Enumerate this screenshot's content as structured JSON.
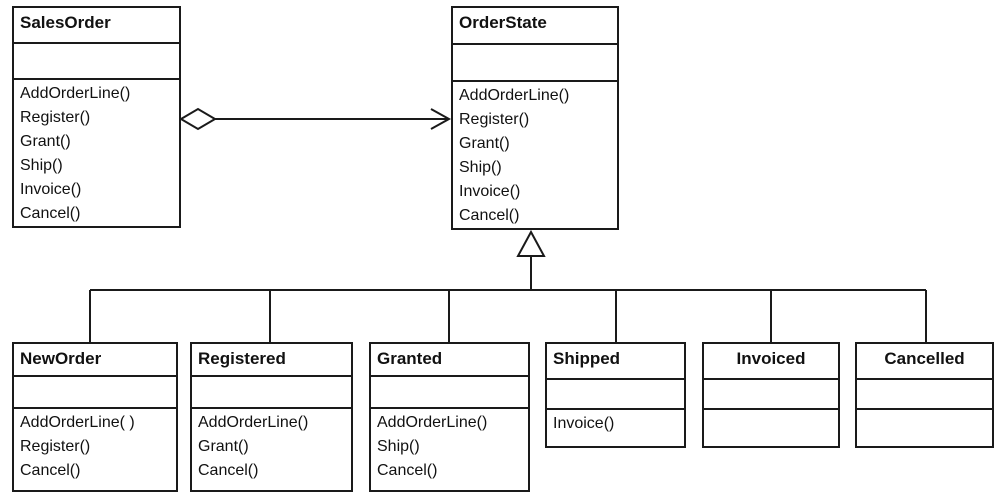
{
  "classes": {
    "sales_order": {
      "name": "SalesOrder",
      "operations": [
        "AddOrderLine()",
        "Register()",
        "Grant()",
        "Ship()",
        "Invoice()",
        "Cancel()"
      ]
    },
    "order_state": {
      "name": "OrderState",
      "operations": [
        "AddOrderLine()",
        "Register()",
        "Grant()",
        "Ship()",
        "Invoice()",
        "Cancel()"
      ]
    },
    "new_order": {
      "name": "NewOrder",
      "operations": [
        "AddOrderLine( )",
        "Register()",
        "Cancel()"
      ]
    },
    "registered": {
      "name": "Registered",
      "operations": [
        "AddOrderLine()",
        "Grant()",
        "Cancel()"
      ]
    },
    "granted": {
      "name": "Granted",
      "operations": [
        "AddOrderLine()",
        "Ship()",
        "Cancel()"
      ]
    },
    "shipped": {
      "name": "Shipped",
      "operations": [
        "Invoice()"
      ]
    },
    "invoiced": {
      "name": "Invoiced",
      "operations": []
    },
    "cancelled": {
      "name": "Cancelled",
      "operations": []
    }
  }
}
